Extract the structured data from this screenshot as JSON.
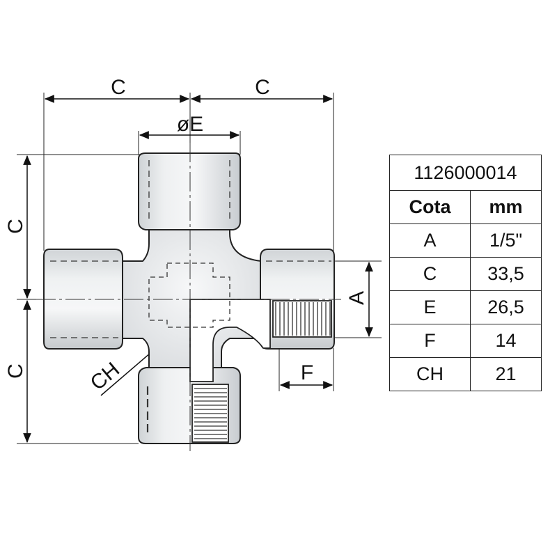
{
  "drawing": {
    "dimension_labels": {
      "c_top_left": "C",
      "c_top_right": "C",
      "e_top": "øE",
      "c_left_upper": "C",
      "c_left_lower": "C",
      "a_right": "A",
      "f_bottom": "F",
      "ch_label": "CH"
    }
  },
  "spec_table": {
    "code": "1126000014",
    "headers": [
      "Cota",
      "mm"
    ],
    "rows": [
      {
        "cota": "A",
        "mm": "1/5\""
      },
      {
        "cota": "C",
        "mm": "33,5"
      },
      {
        "cota": "E",
        "mm": "26,5"
      },
      {
        "cota": "F",
        "mm": "14"
      },
      {
        "cota": "CH",
        "mm": "21"
      }
    ]
  }
}
